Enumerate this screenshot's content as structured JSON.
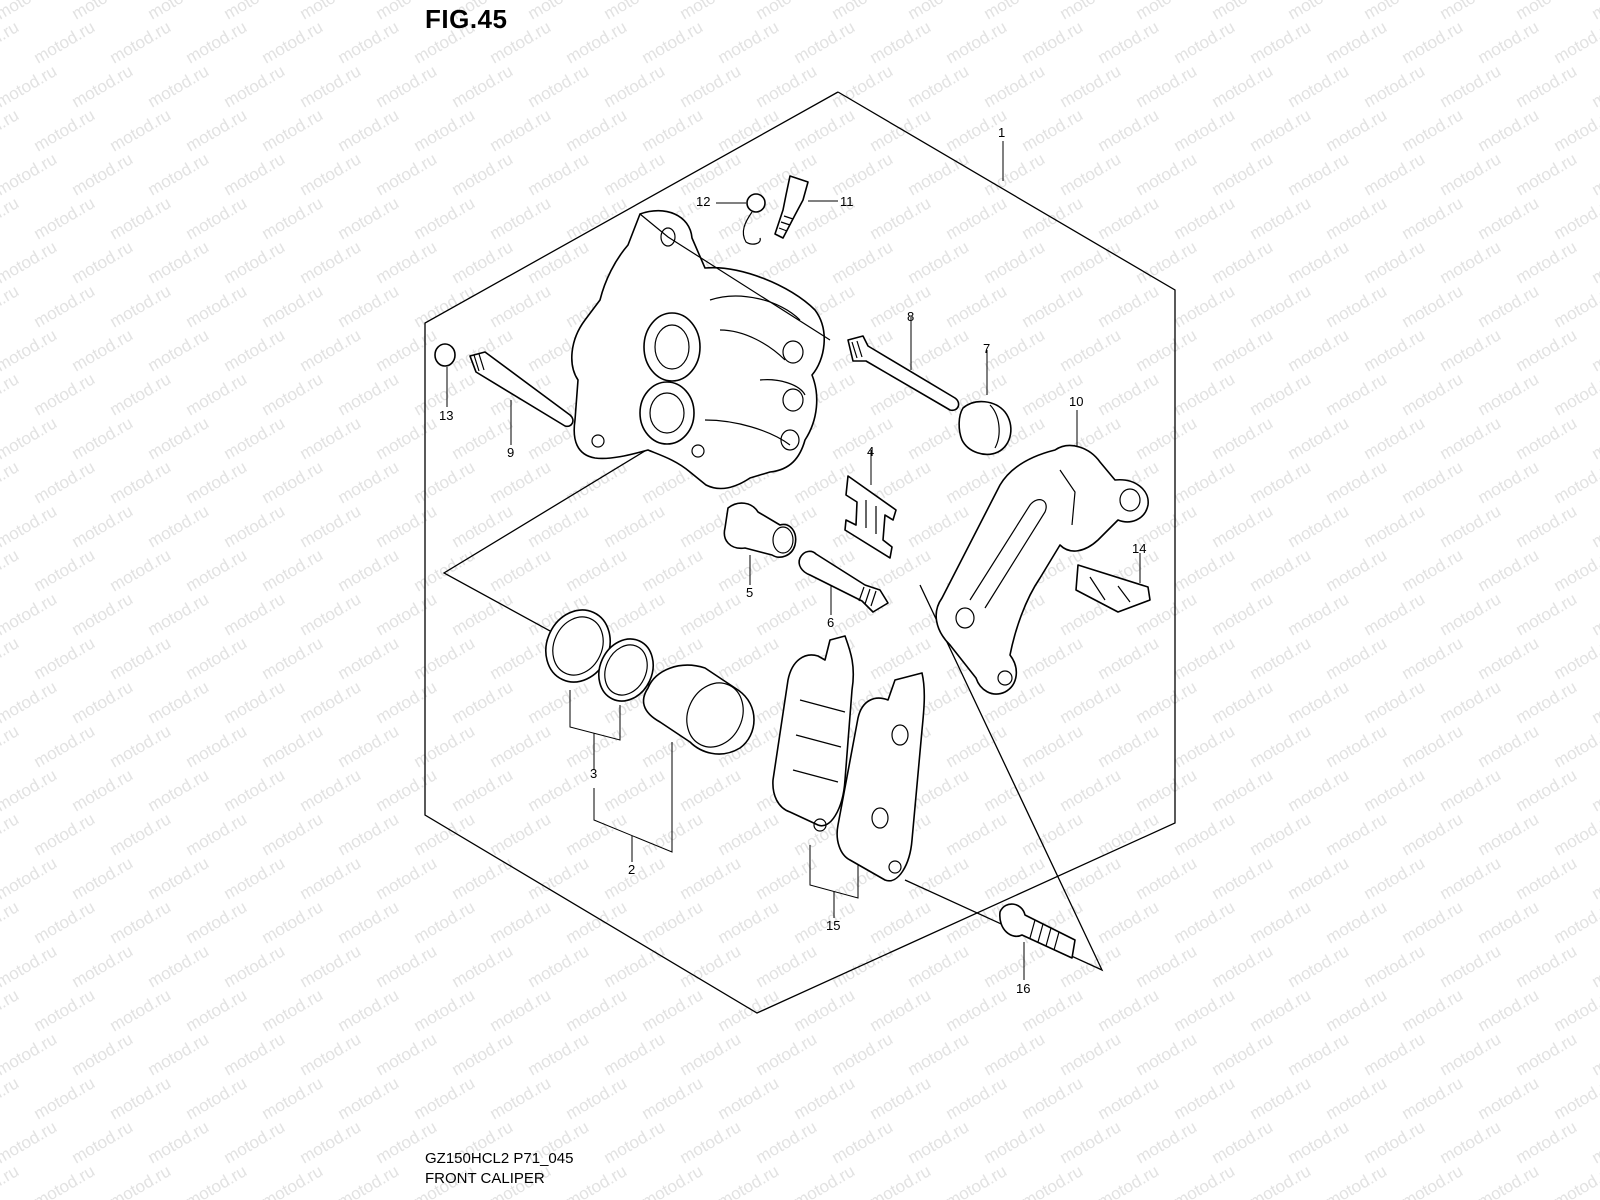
{
  "figure": {
    "title": "FIG.45",
    "drawing_code": "GZ150HCL2 P71_045",
    "caption": "FRONT CALIPER"
  },
  "watermark": {
    "text": "motod.ru",
    "color": "#e2e2e2"
  },
  "callouts": [
    {
      "id": "c1",
      "label": "1"
    },
    {
      "id": "c2",
      "label": "2"
    },
    {
      "id": "c3",
      "label": "3"
    },
    {
      "id": "c4",
      "label": "4"
    },
    {
      "id": "c5",
      "label": "5"
    },
    {
      "id": "c6",
      "label": "6"
    },
    {
      "id": "c7",
      "label": "7"
    },
    {
      "id": "c8",
      "label": "8"
    },
    {
      "id": "c9",
      "label": "9"
    },
    {
      "id": "c10",
      "label": "10"
    },
    {
      "id": "c11",
      "label": "11"
    },
    {
      "id": "c12",
      "label": "12"
    },
    {
      "id": "c13",
      "label": "13"
    },
    {
      "id": "c14",
      "label": "14"
    },
    {
      "id": "c15",
      "label": "15"
    },
    {
      "id": "c16",
      "label": "16"
    }
  ]
}
